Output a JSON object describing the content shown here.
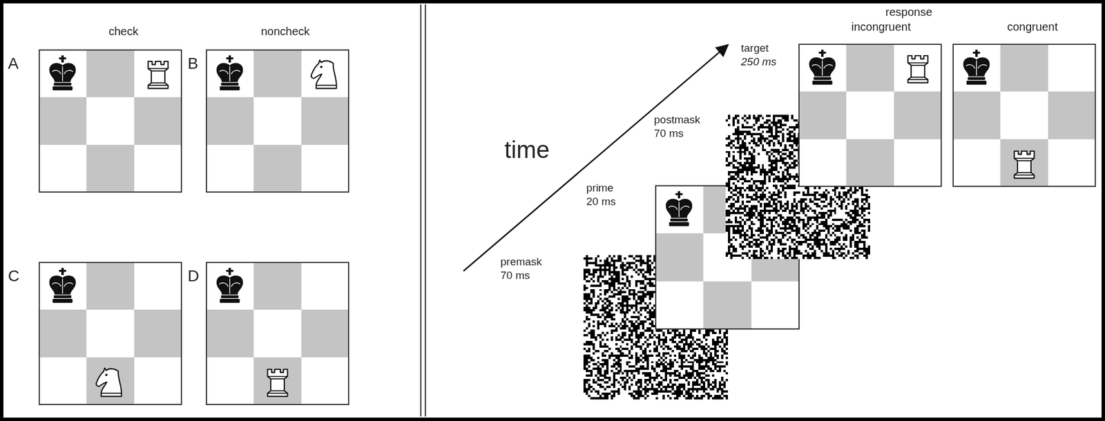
{
  "diagram": {
    "labels": [
      "check",
      "noncheck",
      "A",
      "B",
      "C",
      "D",
      "response",
      "incongruent",
      "congruent",
      "target",
      "250 ms",
      "postmask",
      "70 ms",
      "time",
      "prime",
      "20 ms",
      "premask",
      "70 ms"
    ]
  }
}
